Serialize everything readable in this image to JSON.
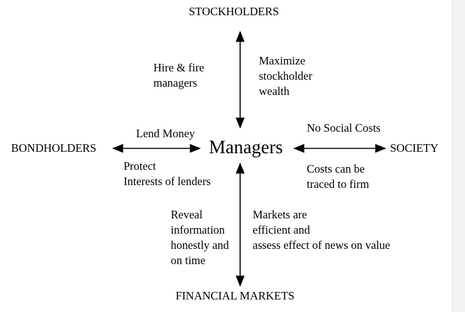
{
  "nodes": {
    "center": "Managers",
    "top": "STOCKHOLDERS",
    "left": "BONDHOLDERS",
    "right": "SOCIETY",
    "bottom": "FINANCIAL MARKETS"
  },
  "labels": {
    "stockholders_left": "Hire & fire\nmanagers",
    "stockholders_right": "Maximize\nstockholder\nwealth",
    "bondholders_above": "Lend Money",
    "bondholders_below": "Protect\nInterests of lenders",
    "society_above": "No Social Costs",
    "society_below": "Costs can be\ntraced to firm",
    "markets_left": "Reveal\ninformation\nhonestly and\non time",
    "markets_right": "Markets are\nefficient and\nassess effect of news on value"
  }
}
